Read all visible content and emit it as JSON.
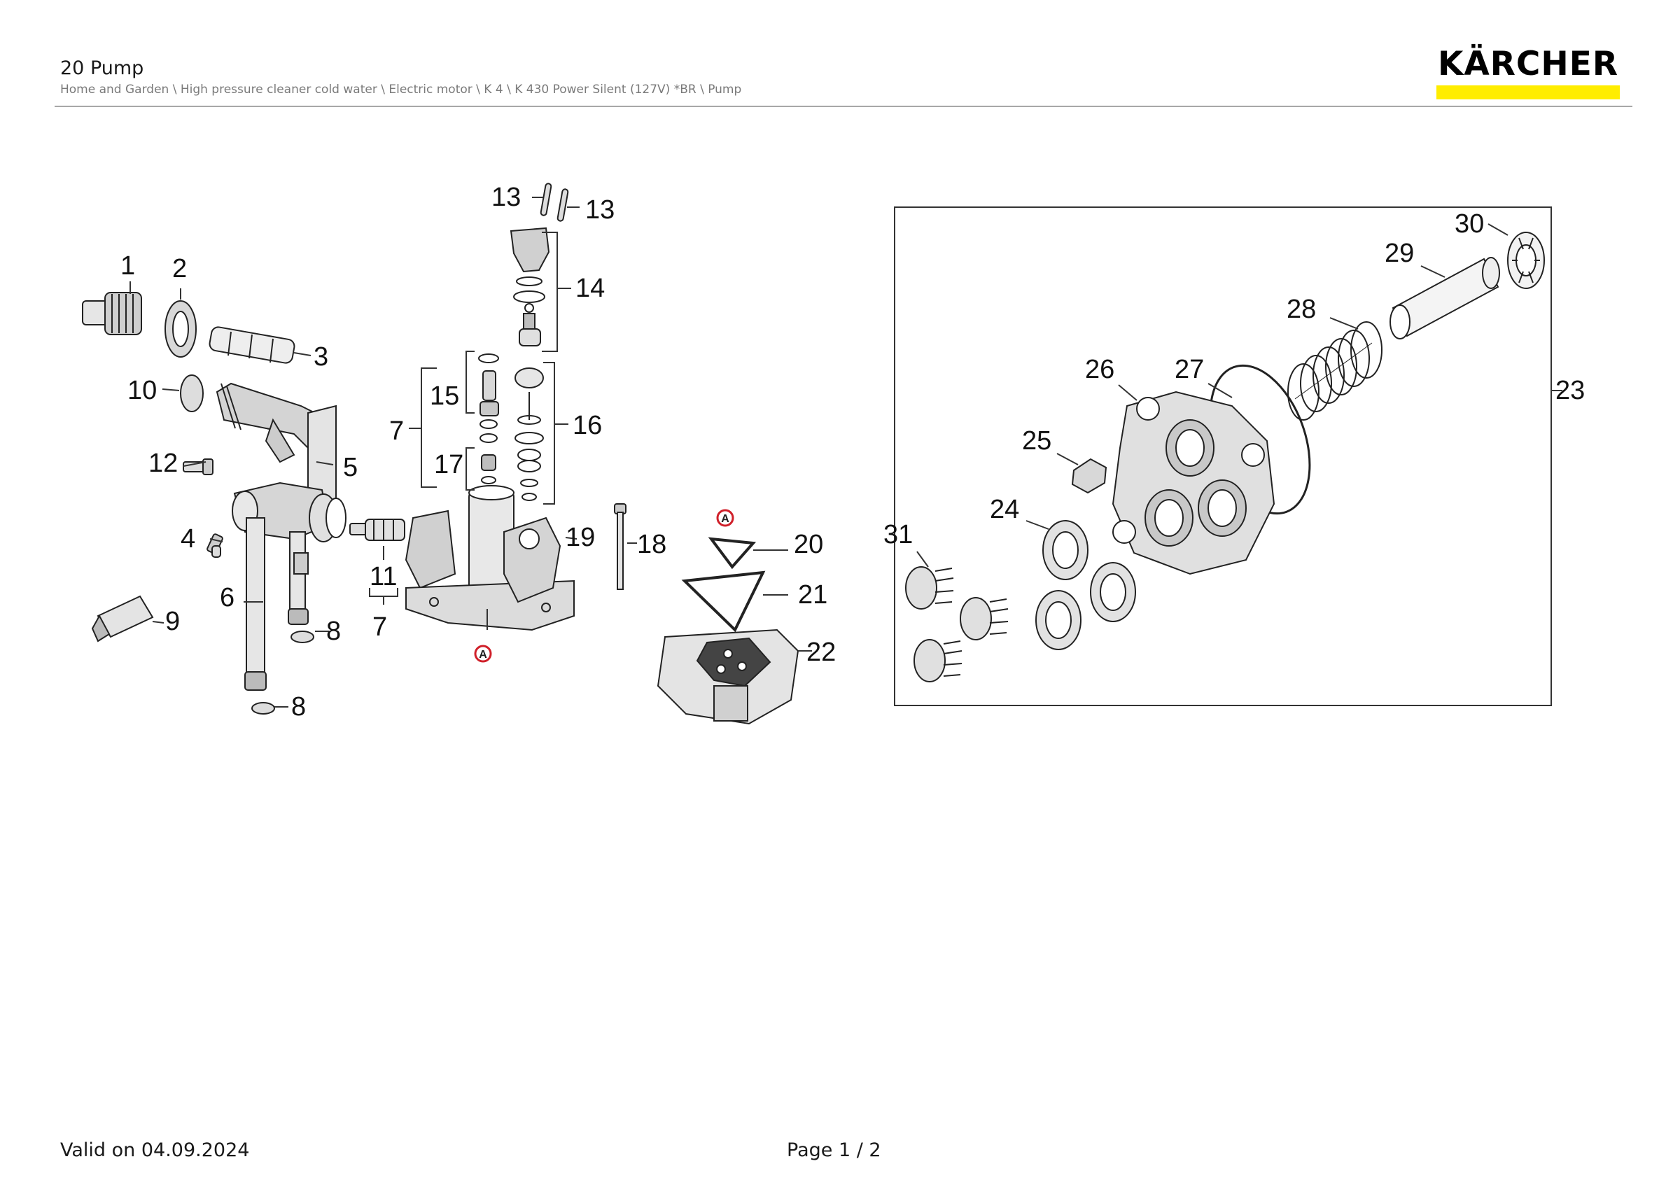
{
  "header": {
    "title": "20 Pump",
    "breadcrumb": "Home and Garden \\ High pressure cleaner cold water \\ Electric motor \\ K 4 \\ K 430 Power Silent (127V) *BR \\ Pump",
    "logo_text": "KÄRCHER",
    "brand_yellow": "#ffed00"
  },
  "diagram": {
    "callouts": {
      "c1": "1",
      "c2": "2",
      "c3": "3",
      "c4": "4",
      "c5": "5",
      "c6": "6",
      "c7a": "7",
      "c7b": "7",
      "c8a": "8",
      "c8b": "8",
      "c9": "9",
      "c10": "10",
      "c11": "11",
      "c12": "12",
      "c13a": "13",
      "c13b": "13",
      "c14": "14",
      "c15": "15",
      "c16": "16",
      "c17": "17",
      "c18": "18",
      "c19": "19",
      "c20": "20",
      "c21": "21",
      "c22": "22",
      "c23": "23",
      "c24": "24",
      "c25": "25",
      "c26": "26",
      "c27": "27",
      "c28": "28",
      "c29": "29",
      "c30": "30",
      "c31": "31"
    },
    "marker_label": "A",
    "marker_color": "#d0202a"
  },
  "footer": {
    "valid": "Valid on 04.09.2024",
    "page": "Page 1 / 2"
  }
}
